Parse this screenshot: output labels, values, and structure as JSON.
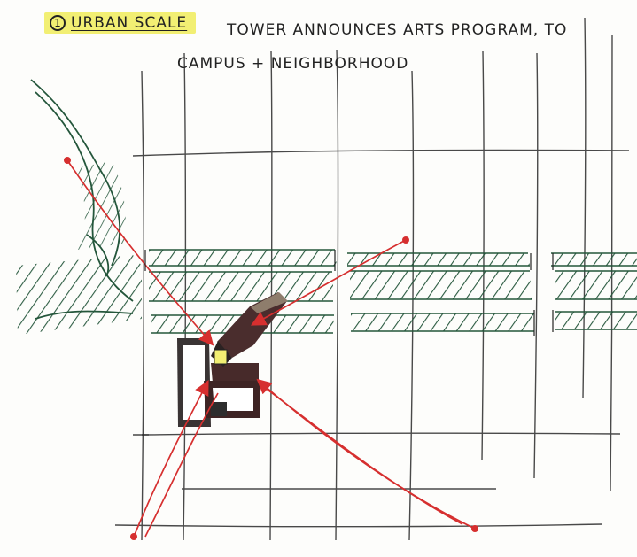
{
  "sheet": {
    "number": "1",
    "title": "URBAN SCALE",
    "note_line_1": "TOWER ANNOUNCES ARTS PROGRAM, TO",
    "note_line_2": "CAMPUS + NEIGHBORHOOD"
  },
  "colors": {
    "paper": "#fdfdfb",
    "ink": "#222222",
    "green_hatch": "#24563b",
    "red": "#d62f2f",
    "yellow": "#f2ef73",
    "tower_dark": "#4a2d2d",
    "tower_light": "#8e7d6c"
  },
  "icons": {
    "sheet_number": "circled-number",
    "sight_line": "arrow",
    "tower": "tower-block"
  }
}
